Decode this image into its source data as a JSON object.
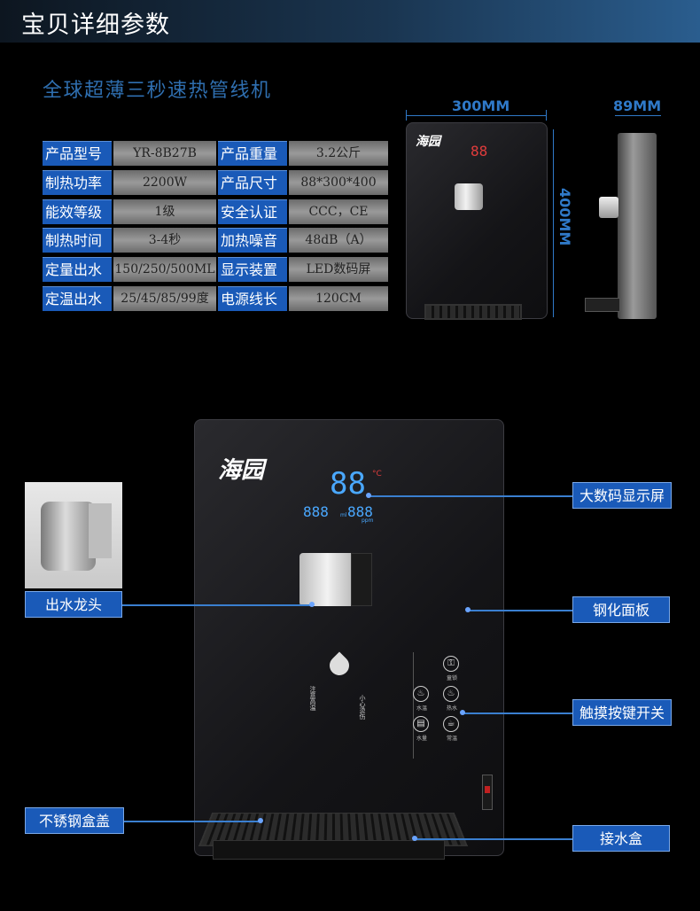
{
  "header": {
    "title": "宝贝详细参数"
  },
  "subtitle": "全球超薄三秒速热管线机",
  "specs": [
    {
      "l1": "产品型号",
      "v1": "YR-8B27B",
      "l2": "产品重量",
      "v2": "3.2公斤"
    },
    {
      "l1": "制热功率",
      "v1": "2200W",
      "l2": "产品尺寸",
      "v2": "88*300*400"
    },
    {
      "l1": "能效等级",
      "v1": "1级",
      "l2": "安全认证",
      "v2": "CCC，CE"
    },
    {
      "l1": "制热时间",
      "v1": "3-4秒",
      "l2": "加热噪音",
      "v2": "48dB（A）"
    },
    {
      "l1": "定量出水",
      "v1": "150/250/500ML",
      "l2": "显示装置",
      "v2": "LED数码屏"
    },
    {
      "l1": "定温出水",
      "v1": "25/45/85/99度",
      "l2": "电源线长",
      "v2": "120CM"
    }
  ],
  "dimensions": {
    "width": "300MM",
    "depth": "89MM",
    "height": "400MM"
  },
  "device": {
    "logo": "海园",
    "display_big": "88",
    "display_small_left": "888",
    "display_small_right": "888",
    "unit_c": "°C",
    "unit_ml": "ml",
    "unit_ppm": "ppm",
    "brand_text": "注意高温",
    "brand_text2": "小心烫伤",
    "btn_lock": "童锁",
    "btn_water": "水温",
    "btn_out": "热水",
    "btn_vol": "水量",
    "btn_temp": "常温"
  },
  "callouts": {
    "display": "大数码显示屏",
    "faucet": "出水龙头",
    "panel": "钢化面板",
    "touch": "触摸按键开关",
    "cover": "不锈钢盒盖",
    "tray": "接水盒"
  },
  "colors": {
    "accent": "#1a5ab8",
    "subtitle": "#2f6fb0",
    "dim": "#2f79c8"
  }
}
